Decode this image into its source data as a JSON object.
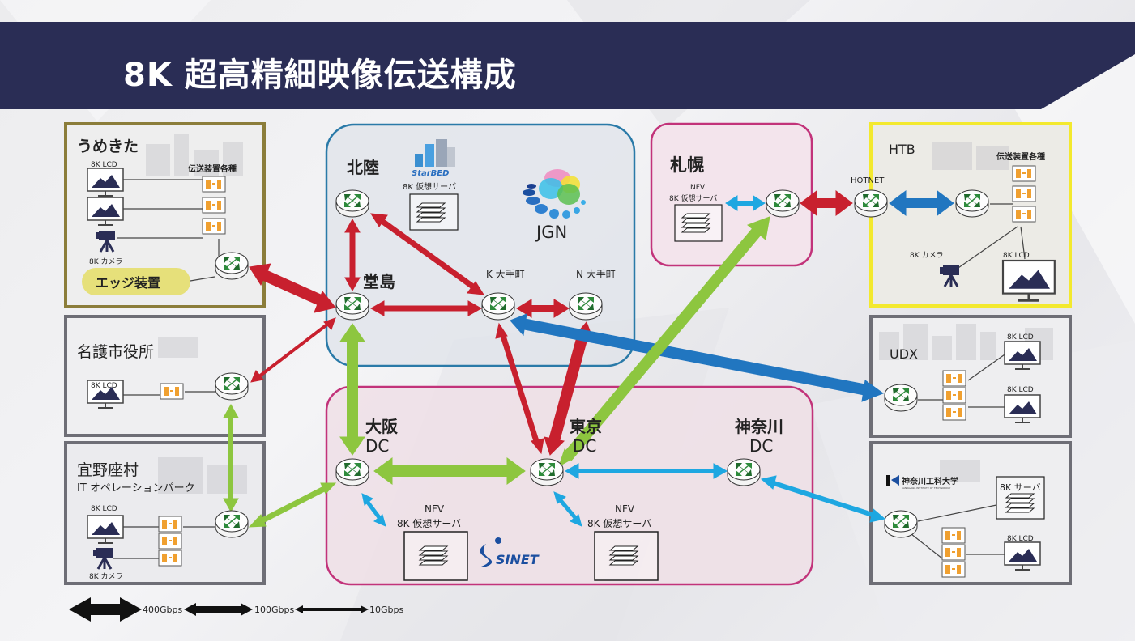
{
  "title": "8K 超高精細映像伝送構成",
  "colors": {
    "header": "#2a2d55",
    "link_red": "#c8202e",
    "link_green": "#8dc63f",
    "link_blue_dark": "#2176c0",
    "link_blue_light": "#1ea7e1",
    "umekita_border": "#8b7d3a",
    "jgn_border": "#2a7aa8",
    "sinet_border": "#c2337a",
    "sapporo_border": "#c2337a",
    "htb_border": "#f3e92e",
    "site_border": "#6e6e76",
    "edge_badge": "#e6e07a",
    "equipment": "#f0a030"
  },
  "sites": {
    "umekita": {
      "name": "うめきた",
      "lcd": "8K LCD",
      "equipment": "伝送装置各種",
      "camera": "8K カメラ",
      "edge": "エッジ装置"
    },
    "nago": {
      "name": "名護市役所",
      "lcd": "8K LCD"
    },
    "ginoza": {
      "name": "宜野座村",
      "subname": "IT オペレーションパーク",
      "lcd": "8K LCD",
      "camera": "8K カメラ"
    },
    "sapporo": {
      "name": "札幌",
      "nfv": "NFV",
      "server": "8K 仮想サーバ"
    },
    "htb": {
      "name": "HTB",
      "equipment": "伝送装置各種",
      "camera": "8K カメラ",
      "lcd": "8K LCD",
      "hotnet": "HOTNET"
    },
    "udx": {
      "name": "UDX",
      "lcd1": "8K LCD",
      "lcd2": "8K LCD"
    },
    "kait": {
      "name": "神奈川工科大学",
      "subname": "KANAGAWA INSTITUTE OF TECHNOLOGY",
      "server": "8K サーバ",
      "lcd": "8K LCD"
    }
  },
  "jgn": {
    "logo": "JGN",
    "starbed": "StarBED",
    "server": "8K 仮想サーバ",
    "nodes": {
      "hokuriku": "北陸",
      "dojima": "堂島",
      "k_otemachi": "K 大手町",
      "n_otemachi": "N 大手町"
    }
  },
  "sinet": {
    "logo": "SINET",
    "nodes": {
      "osaka": [
        "大阪",
        "DC"
      ],
      "tokyo": [
        "東京",
        "DC"
      ],
      "kanagawa": [
        "神奈川",
        "DC"
      ]
    },
    "nfv": "NFV",
    "server": "8K 仮想サーバ"
  },
  "legend": [
    {
      "label": "400Gbps",
      "bandwidth_gbps": 400
    },
    {
      "label": "100Gbps",
      "bandwidth_gbps": 100
    },
    {
      "label": "10Gbps",
      "bandwidth_gbps": 10
    }
  ]
}
